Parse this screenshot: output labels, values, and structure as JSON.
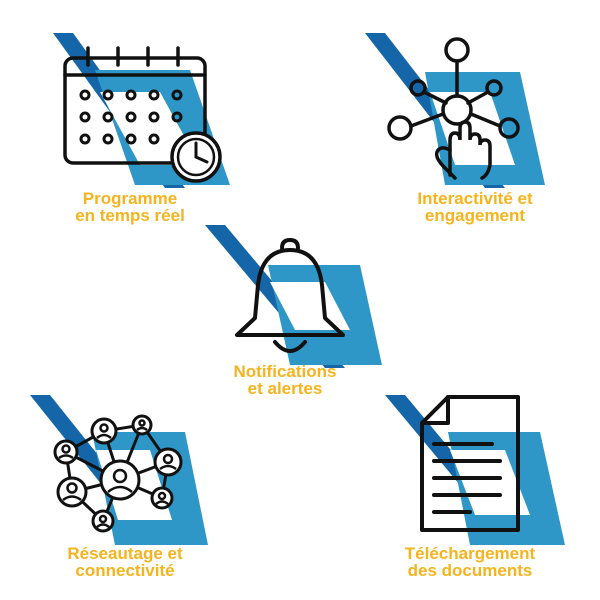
{
  "colors": {
    "accent_text": "#f5b41e",
    "blue_dark": "#1466a8",
    "blue_light": "#2e97c8",
    "icon_stroke": "#111111"
  },
  "features": [
    {
      "icon": "calendar-clock-icon",
      "line1": "Programme",
      "line2": "en temps réel"
    },
    {
      "icon": "hand-network-icon",
      "line1": "Interactivité et",
      "line2": "engagement"
    },
    {
      "icon": "bell-icon",
      "line1": "Notifications",
      "line2": "et alertes"
    },
    {
      "icon": "people-network-icon",
      "line1": "Réseautage et",
      "line2": "connectivité"
    },
    {
      "icon": "document-icon",
      "line1": "Téléchargement",
      "line2": "des documents"
    }
  ]
}
